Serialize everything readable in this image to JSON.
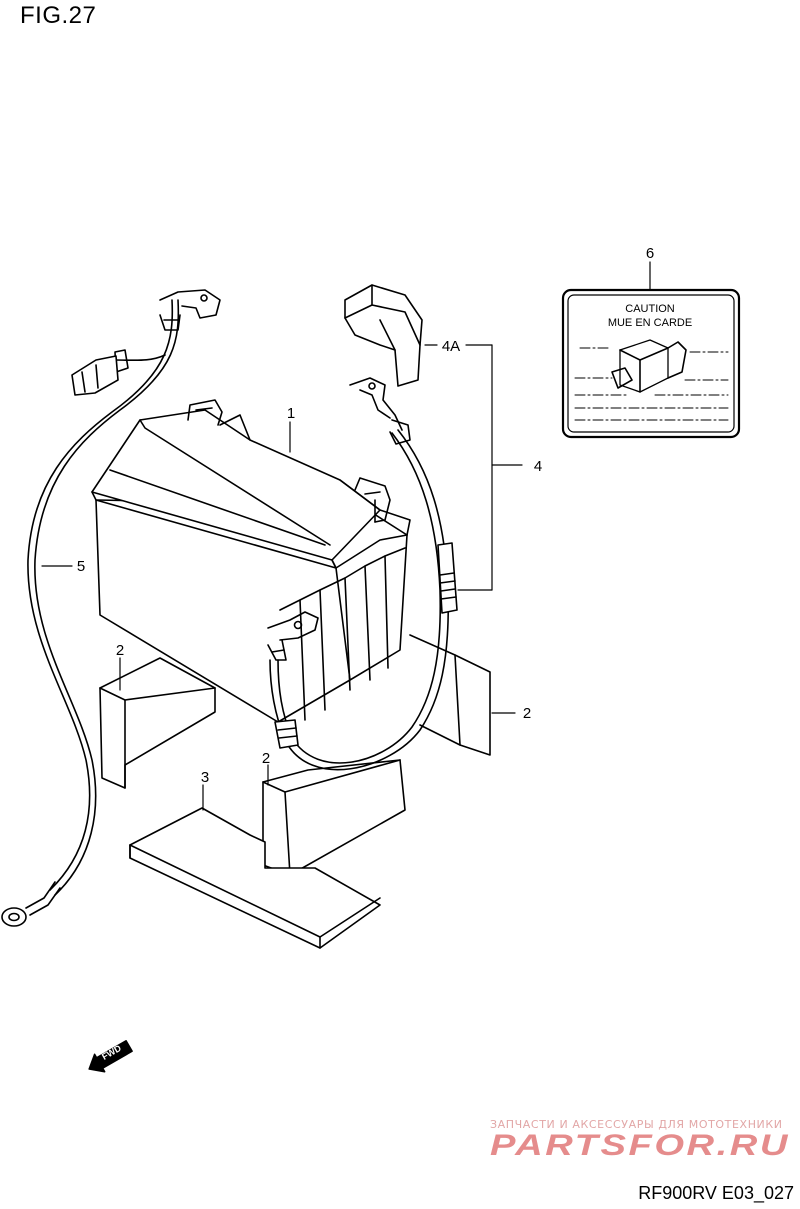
{
  "figure": {
    "title": "FIG.27",
    "code": "RF900RV E03_027"
  },
  "callouts": {
    "battery": "1",
    "spacer_left": "2",
    "spacer_right": "2",
    "spacer_front": "2",
    "tray": "3",
    "cable_assy": "4",
    "cover": "4A",
    "ground_cable": "5",
    "label": "6"
  },
  "caution_label": {
    "line1": "CAUTION",
    "line2": "MUE EN CARDE"
  },
  "direction": {
    "text": "FWD"
  },
  "watermark": {
    "tagline": "ЗАПЧАСТИ И АКСЕССУАРЫ ДЛЯ МОТОТЕХНИКИ",
    "brand": "PARTSFOR.RU"
  },
  "colors": {
    "line": "#000000",
    "watermark": "#e58c8c",
    "watermark_light": "#e2a6a6"
  }
}
